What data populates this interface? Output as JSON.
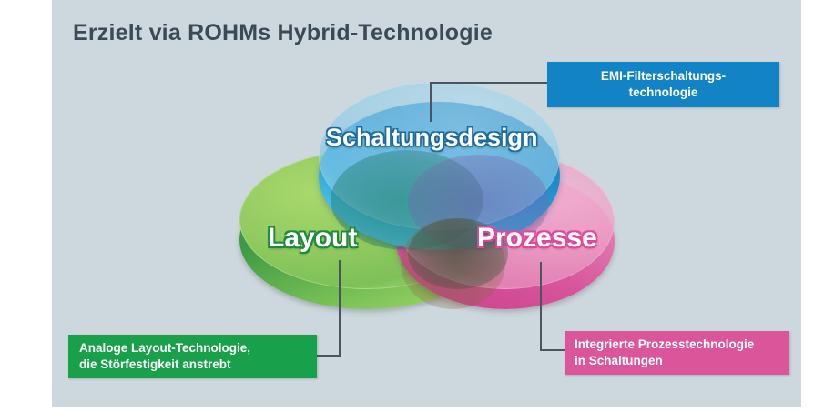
{
  "page": {
    "title": "Erzielt via ROHMs Hybrid-Technologie",
    "background_color": "#ffffff",
    "panel_color": "#ccd8dd",
    "title_color": "#3b4a57"
  },
  "diagram": {
    "type": "venn-3-circle-3d",
    "circles": [
      {
        "id": "schaltungsdesign",
        "label": "Schaltungsdesign",
        "color": "#1e8ccb",
        "position": "top-center"
      },
      {
        "id": "layout",
        "label": "Layout",
        "color": "#7dc158",
        "position": "bottom-left"
      },
      {
        "id": "prozesse",
        "label": "Prozesse",
        "color": "#e48cbc",
        "position": "bottom-right"
      }
    ]
  },
  "callouts": [
    {
      "id": "emi",
      "line1": "EMI-Filterschaltungs-",
      "line2": "technologie",
      "color": "#1283c4",
      "connects_to": "schaltungsdesign",
      "align": "center"
    },
    {
      "id": "layout-tech",
      "line1": "Analoge Layout-Technologie,",
      "line2": "die Störfestigkeit anstrebt",
      "color": "#18a04a",
      "connects_to": "layout",
      "align": "left"
    },
    {
      "id": "prozess-tech",
      "line1": "Integrierte Prozesstechnologie",
      "line2": "in Schaltungen",
      "color": "#da5599",
      "connects_to": "prozesse",
      "align": "left"
    }
  ],
  "connector_color": "#4a5560"
}
